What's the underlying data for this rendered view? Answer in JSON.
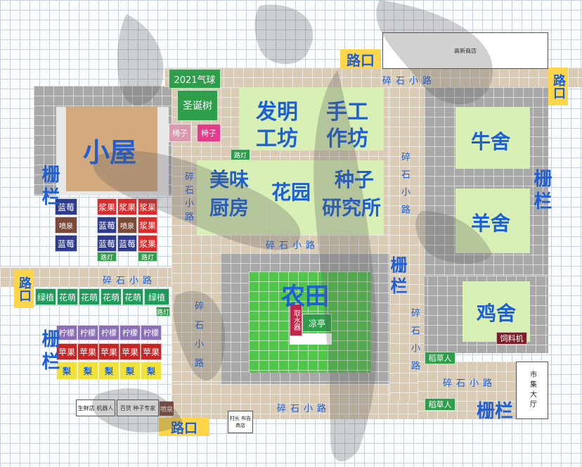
{
  "exits": {
    "top": "路口",
    "right": "路口",
    "left": "路口",
    "bottom": "路口"
  },
  "paths": {
    "top": "碎石小路",
    "mid_vertical": "碎石小路",
    "mid_horizontal": "碎石小路",
    "left_horizontal": "碎石小路",
    "left_vertical": "碎石小路",
    "bottom": "碎石小路",
    "right_vertical_top": "碎石小路",
    "right_vertical_bottom": "碎石小路",
    "right_horizontal": "碎石小路"
  },
  "fences": {
    "left_top": "栅栏",
    "left_bottom": "栅栏",
    "right": "栅栏",
    "center": "栅栏",
    "bottom_right": "栅栏"
  },
  "buildings": {
    "house": "小屋",
    "balloon": "2021气球",
    "tree": "圣诞树",
    "chair1": "椅子",
    "chair2": "椅子",
    "lamp_top": "路灯",
    "workshop1": "发明",
    "workshop1b": "工坊",
    "workshop2": "手工",
    "workshop2b": "作坊",
    "kitchen1": "美味",
    "kitchen2": "厨房",
    "garden": "花园",
    "seed1": "种子",
    "seed2": "研究所",
    "cowshed": "牛舍",
    "sheepshed": "羊舍",
    "chickencoop": "鸡舍",
    "feeder": "饲料机",
    "farm": "农田",
    "waterer": "取水器",
    "pavilion": "凉亭",
    "mall": "高新商店",
    "market": "市集大厅",
    "scarecrow1": "稻草人",
    "scarecrow2": "稻草人"
  },
  "crops": {
    "blueberry": "蓝莓",
    "sprinkler": "喷泉",
    "sprinkler2": "喷泉",
    "jujube": "浆果",
    "lamp": "路灯",
    "greenplant": "绿植",
    "flower": "花萌",
    "lemon": "柠檬",
    "apple": "苹果",
    "pear": "梨"
  },
  "shops": {
    "fresh": "生鲜店 机器人",
    "sundry": "百货 种子专家",
    "village": "村长 布告商店"
  },
  "colors": {
    "fence": "#a8a8a8",
    "path": "#d9cbb4",
    "barn": "#d8f0b5",
    "field": "#4fc84a",
    "exit": "#ffd64a",
    "label": "#1c5fd6"
  }
}
